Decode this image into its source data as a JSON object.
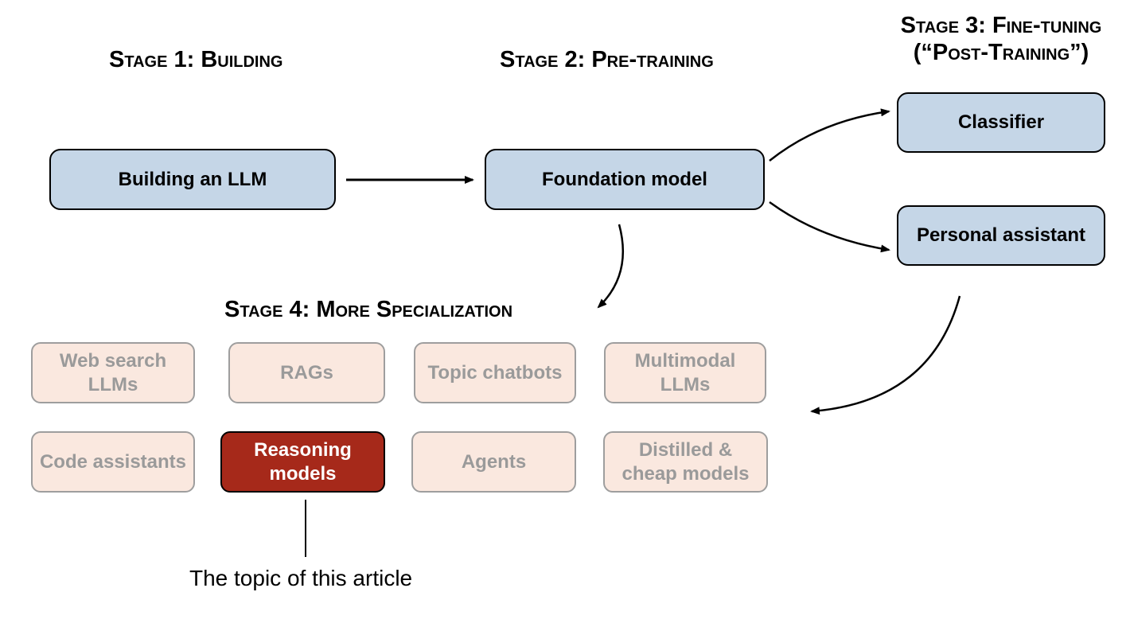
{
  "stages": {
    "stage1": "Stage 1: Building",
    "stage2": "Stage 2: Pre-training",
    "stage3_line1": "Stage 3: Fine-tuning",
    "stage3_line2": "(“Post-Training”)",
    "stage4": "Stage 4: More Specialization"
  },
  "boxes": {
    "building": "Building an LLM",
    "foundation": "Foundation model",
    "classifier": "Classifier",
    "assistant": "Personal assistant"
  },
  "specializations": {
    "web_search": "Web search LLMs",
    "rags": "RAGs",
    "topic_chatbots": "Topic chatbots",
    "multimodal": "Multimodal LLMs",
    "code_assistants": "Code assistants",
    "reasoning": "Reasoning models",
    "agents": "Agents",
    "distilled": "Distilled & cheap models"
  },
  "caption": "The topic of this article",
  "colors": {
    "main_box_fill": "#c5d6e7",
    "spec_box_fill": "#fae8df",
    "spec_text": "#9a9a9a",
    "highlight_fill": "#a6291a"
  }
}
